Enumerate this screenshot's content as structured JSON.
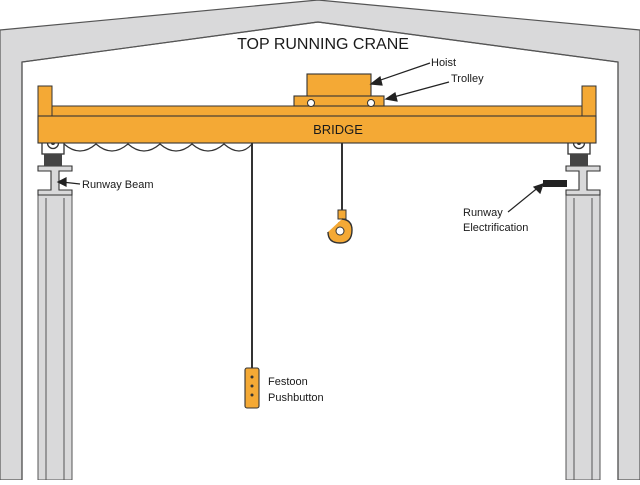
{
  "diagram": {
    "title": "TOP RUNNING CRANE",
    "bridge_label": "BRIDGE",
    "labels": {
      "hoist": "Hoist",
      "trolley": "Trolley",
      "runway_beam": "Runway Beam",
      "runway_electrification_line1": "Runway",
      "runway_electrification_line2": "Electrification",
      "festoon_pushbutton_line1": "Festoon",
      "festoon_pushbutton_line2": "Pushbutton"
    },
    "colors": {
      "crane_orange": "#F4A935",
      "wall_gray": "#D9D9DA",
      "outline": "#2a2a2a"
    }
  }
}
